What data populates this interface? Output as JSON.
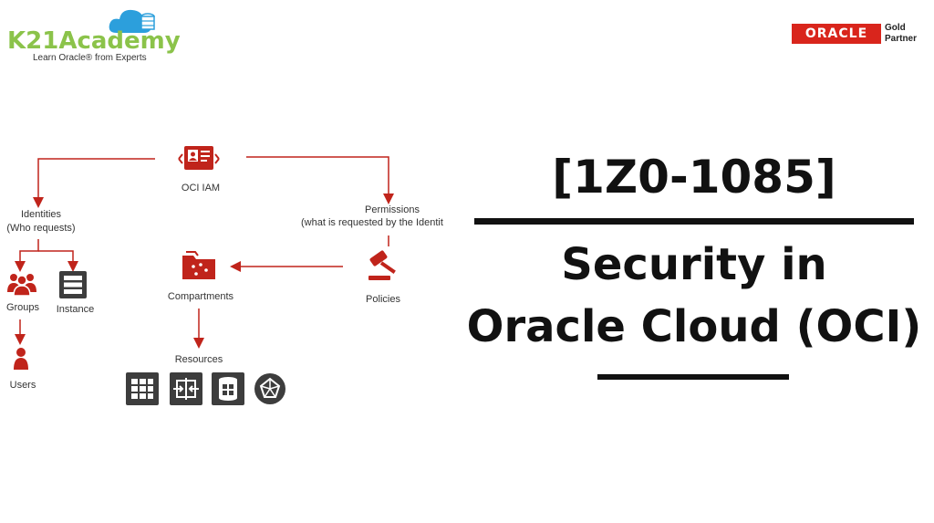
{
  "logo": {
    "name": "K21Academy",
    "tagline": "Learn Oracle® from Experts"
  },
  "partner": {
    "brand": "ORACLE",
    "level": "Gold",
    "type": "Partner"
  },
  "diagram": {
    "oci_iam": "OCI IAM",
    "identities_line1": "Identities",
    "identities_line2": "(Who requests)",
    "permissions_line1": "Permissions",
    "permissions_line2": "(what is requested by the Identit",
    "groups": "Groups",
    "instance": "Instance",
    "users": "Users",
    "compartments": "Compartments",
    "policies": "Policies",
    "resources": "Resources"
  },
  "title": {
    "exam_code": "[1Z0-1085]",
    "line1": "Security in",
    "line2": "Oracle Cloud (OCI)"
  },
  "colors": {
    "accent_red": "#c0241b",
    "logo_green": "#8bc34a",
    "cloud_blue": "#2c9fdc",
    "dark_icon": "#3d3d3d"
  }
}
